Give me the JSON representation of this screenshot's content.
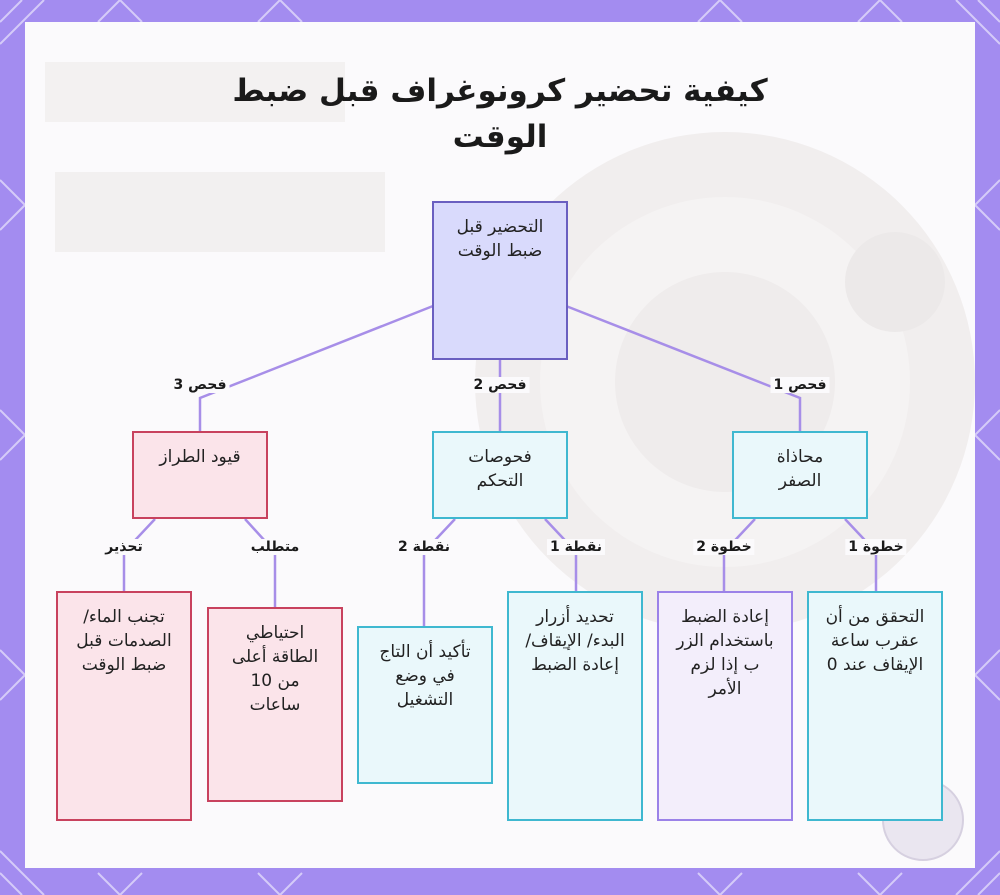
{
  "diagram": {
    "title": "كيفية تحضير كرونوغراف قبل ضبط الوقت",
    "nodes": {
      "root": "التحضير قبل ضبط الوقت",
      "zero_alignment": "محاذاة الصفر",
      "control_checks": "فحوصات التحكم",
      "style_constraints": "قيود الطراز",
      "verify_zero": "التحقق من أن عقرب ساعة الإيقاف عند 0",
      "reset_button": "إعادة الضبط باستخدام الزر ب إذا لزم الأمر",
      "identify_buttons": "تحديد أزرار البدء/ الإيقاف/ إعادة الضبط",
      "crown_running": "تأكيد أن التاج في وضع التشغيل",
      "power_reserve": "احتياطي الطاقة أعلى من 10 ساعات",
      "avoid_shocks": "تجنب الماء/ الصدمات قبل ضبط الوقت"
    },
    "edge_labels": {
      "check1": "فحص 1",
      "check2": "فحص 2",
      "check3": "فحص 3",
      "step1": "خطوة 1",
      "step2": "خطوة 2",
      "point1": "نقطة 1",
      "point2": "نقطة 2",
      "requirement": "متطلب",
      "warning": "تحذير"
    }
  },
  "colors": {
    "frame": "#a38cf0",
    "root_fill": "#d9dafc",
    "root_border": "#6a5fc0",
    "cyan_border": "#3fb8d0",
    "red_border": "#c8425e",
    "purple_border": "#9b82e8",
    "edge": "#a78ee8"
  }
}
